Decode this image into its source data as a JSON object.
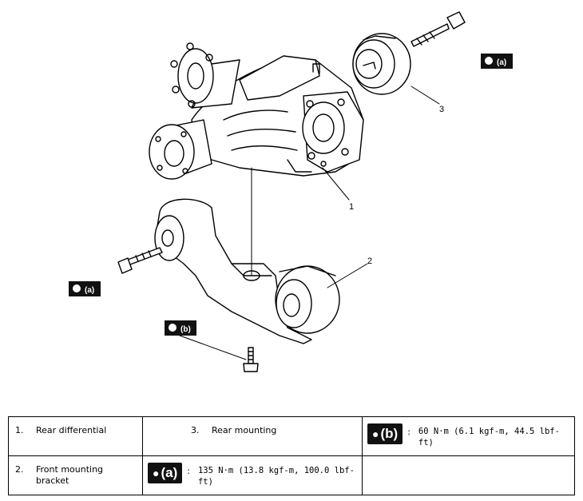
{
  "callouts": {
    "one": "1",
    "two": "2",
    "three": "3"
  },
  "badges": {
    "a_label": "(a)",
    "b_label": "(b)"
  },
  "legend": {
    "item1": {
      "num": "1.",
      "text": "Rear differential"
    },
    "item2": {
      "num": "2.",
      "text": "Front mounting bracket"
    },
    "item3": {
      "num": "3.",
      "text": "Rear mounting"
    },
    "torque_a": {
      "label": "(a)",
      "value": "135 N·m (13.8 kgf-m, 100.0 lbf-ft)"
    },
    "torque_b": {
      "label": "(b)",
      "value": "60 N·m (6.1 kgf-m, 44.5 lbf-ft)"
    }
  },
  "colors": {
    "badge_bg": "#111111",
    "line": "#000000"
  }
}
